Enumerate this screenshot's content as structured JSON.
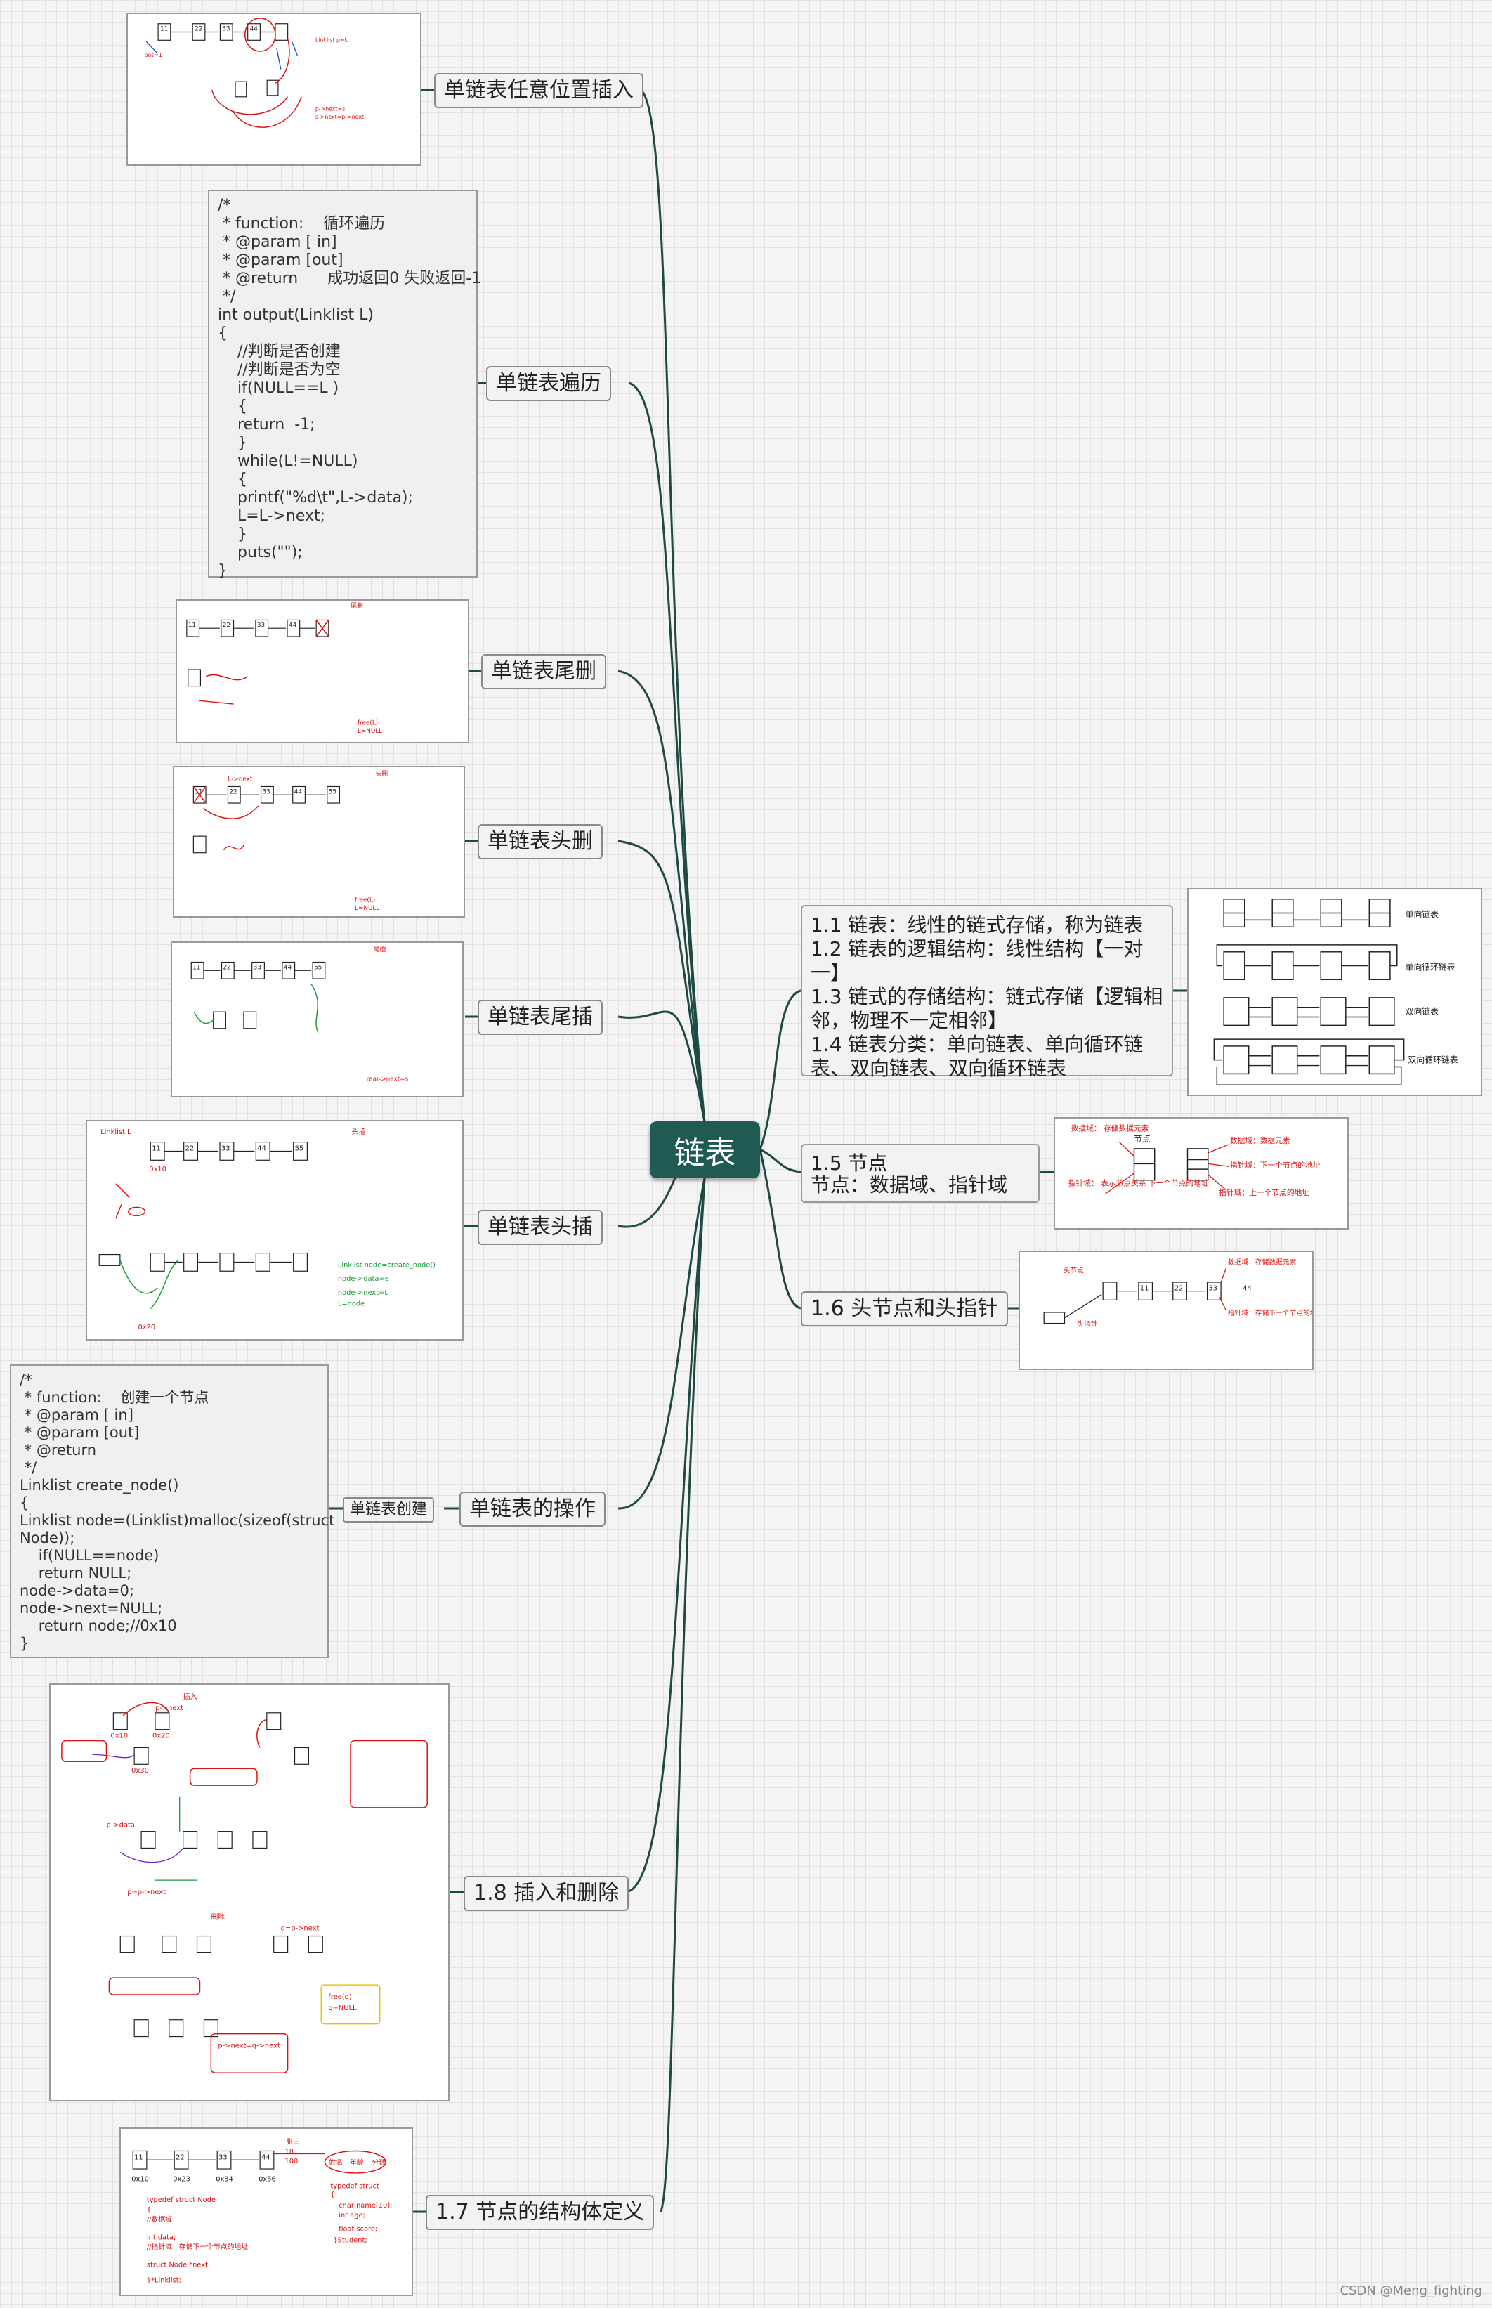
{
  "center": {
    "title": "链表"
  },
  "topics": {
    "insert_any": "单链表任意位置插入",
    "traverse": "单链表遍历",
    "tail_delete": "单链表尾删",
    "head_delete": "单链表头删",
    "tail_insert": "单链表尾插",
    "head_insert": "单链表头插",
    "operations": "单链表的操作",
    "create": "单链表创建",
    "insert_delete": "1.8 插入和删除",
    "struct_def": "1.7 节点的结构体定义",
    "overview": "1.1 链表：线性的链式存储，称为链表\n1.2 链表的逻辑结构：线性结构【一对一】\n1.3 链式的存储结构：链式存储【逻辑相邻，物理不一定相邻】\n1.4 链表分类：单向链表、单向循环链表、双向链表、双向循环链表",
    "node": "1.5 节点\n节点：数据域、指针域",
    "head": "1.6 头节点和头指针"
  },
  "code": {
    "traverse": "/*\n * function:    循环遍历\n * @param [ in]\n * @param [out]\n * @return      成功返回0 失败返回-1\n */\nint output(Linklist L)\n{\n    //判断是否创建\n    //判断是否为空\n    if(NULL==L )\n    {\n    return  -1;\n    }\n    while(L!=NULL)\n    {\n    printf(\"%d\\t\",L->data);\n    L=L->next;\n    }\n    puts(\"\");\n}",
    "create": "/*\n * function:    创建一个节点\n * @param [ in]\n * @param [out]\n * @return\n */\nLinklist create_node()\n{\nLinklist node=(Linklist)malloc(sizeof(struct\nNode));\n    if(NULL==node)\n    return NULL;\nnode->data=0;\nnode->next=NULL;\n    return node;//0x10\n}"
  },
  "diagram_labels": {
    "list_types": [
      "单向链表",
      "单向循环链表",
      "双向链表",
      "双向循环链表"
    ],
    "node_title": "节点",
    "node_data_left": "数据域：\n存储数据元素",
    "node_ptr_left": "指针域：\n表示节点关系\n下一个节点的地址",
    "node_data_right": "数据域：数据元素",
    "node_ptr_right1": "指针域：下一个节点的地址",
    "node_ptr_right2": "指针域：上一个节点的地址",
    "head_sketch_labels": [
      "头节点",
      "头指针",
      "数据域：存储数据元素",
      "指针域：存储下一个节点的地址",
      "11",
      "22",
      "33",
      "44"
    ],
    "struct_sketch": [
      "typedef struct    Node",
      "{",
      "    //数据域",
      "    int data;",
      "    //指针域：存储下一个节点的地址",
      "    struct Node    *next;",
      "}*Linklist;",
      "typedef struct",
      "{",
      "    char name[10];",
      "    int age;",
      "    float score;",
      "}Student;",
      "11",
      "22",
      "33",
      "44",
      "0x10",
      "0x23",
      "0x34",
      "0x56",
      "张三",
      "18",
      "100",
      "姓名",
      "年龄",
      "分数"
    ],
    "insert_sketch": [
      "插入",
      "p->next",
      "0x10",
      "0x20",
      "0x30",
      "删除",
      "p->data",
      "p=p->next",
      "q=p->next",
      "p->next=q->next",
      "free(q)",
      "q=NULL"
    ],
    "tail_delete_sketch": [
      "尾删",
      "11",
      "22",
      "33",
      "44",
      "free(L)",
      "L=NULL"
    ],
    "head_delete_sketch": [
      "头删",
      "L->next",
      "11",
      "22",
      "33",
      "44",
      "55",
      "free(L)",
      "L=NULL"
    ],
    "tail_insert_sketch": [
      "尾插",
      "11",
      "22",
      "33",
      "44",
      "55",
      "rear->next=s"
    ],
    "head_insert_sketch": [
      "Linklist L",
      "11",
      "22",
      "33",
      "44",
      "55",
      "0x10",
      "0x20",
      "头插",
      "Linklist node=create_node()",
      "node->data=e",
      "node->next=L",
      "L=node"
    ],
    "insert_any_sketch": [
      "11",
      "22",
      "33",
      "44",
      "pos=1",
      "Linklist p=L",
      "p->next=s",
      "s->next=p->next"
    ]
  },
  "watermark": "CSDN @Meng_fighting",
  "colors": {
    "center_bg": "#1f5a53",
    "line": "#1f4a44",
    "ink_red": "#d11",
    "ink_blue": "#2244cc",
    "ink_green": "#1a9a3a"
  }
}
